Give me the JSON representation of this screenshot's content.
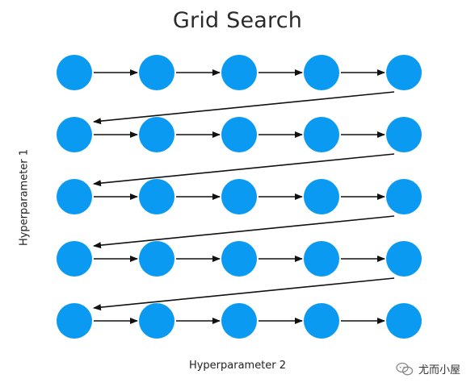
{
  "title": "Grid Search",
  "y_axis_label": "Hyperparameter 1",
  "x_axis_label": "Hyperparameter 2",
  "watermark": "尤而小屋",
  "grid": {
    "rows": 5,
    "cols": 5,
    "node_color": "#0A9AF2",
    "arrow_color": "#111111"
  }
}
